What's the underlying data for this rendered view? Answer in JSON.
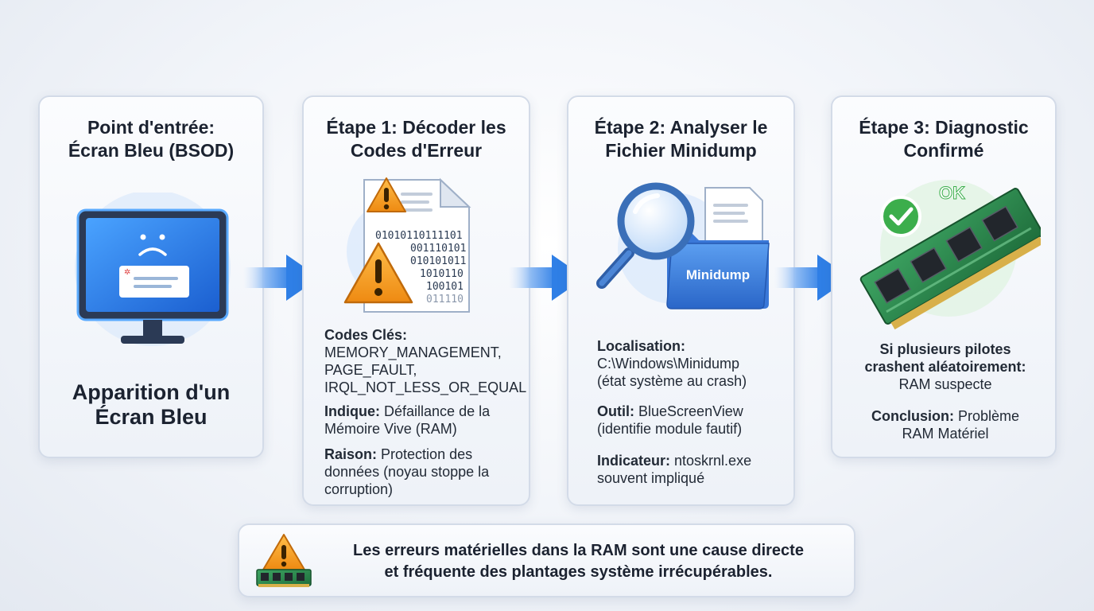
{
  "steps": [
    {
      "title_lines": [
        "Point d'entrée:",
        "Écran Bleu (BSOD)"
      ],
      "big_lines": [
        "Apparition d'un",
        "Écran Bleu"
      ]
    },
    {
      "title_lines": [
        "Étape 1: Décoder les",
        "Codes d'Erreur"
      ],
      "binary_lines": [
        "01010110111101",
        "001110101",
        "010101011",
        "1010110",
        "100101",
        "011110"
      ],
      "codes": {
        "label": "Codes Clés:",
        "lines": [
          "MEMORY_MANAGEMENT,",
          "PAGE_FAULT,",
          "IRQL_NOT_LESS_OR_EQUAL"
        ]
      },
      "indique": {
        "label": "Indique:",
        "text_first": "Défaillance de la",
        "text_rest": "Mémoire Vive (RAM)"
      },
      "raison": {
        "label": "Raison:",
        "text_first": "Protection des",
        "text_rest": [
          "données (noyau stoppe la",
          "corruption)"
        ]
      }
    },
    {
      "title_lines": [
        "Étape 2: Analyser le",
        "Fichier Minidump"
      ],
      "folder_label": "Minidump",
      "localisation": {
        "label": "Localisation:",
        "lines": [
          "C:\\Windows\\Minidump",
          "(état système au crash)"
        ]
      },
      "outil": {
        "label": "Outil:",
        "text_first": "BlueScreenView",
        "text_rest": "(identifie module fautif)"
      },
      "indicateur": {
        "label": "Indicateur:",
        "text_first": "ntoskrnl.exe",
        "text_rest": "souvent impliqué"
      }
    },
    {
      "title_lines": [
        "Étape 3: Diagnostic",
        "Confirmé"
      ],
      "ok_label": "OK",
      "condition_lines": [
        "Si plusieurs pilotes",
        "crashent aléatoirement:"
      ],
      "condition_result": "RAM suspecte",
      "conclusion": {
        "label": "Conclusion:",
        "text_first": "Problème",
        "text_rest": "RAM Matériel"
      }
    }
  ],
  "footer": {
    "lines": [
      "Les erreurs matérielles dans la RAM sont une cause directe",
      "et fréquente des plantages système irrécupérables."
    ]
  },
  "icons": [
    "sad-monitor-icon",
    "warning-document-icon",
    "magnifier-folder-icon",
    "ram-check-icon",
    "warning-ram-icon"
  ],
  "colors": {
    "accent_blue": "#2f7fe6",
    "warning_orange": "#f39a1e",
    "ok_green": "#3cae4c",
    "ram_green": "#2f8a4e"
  }
}
